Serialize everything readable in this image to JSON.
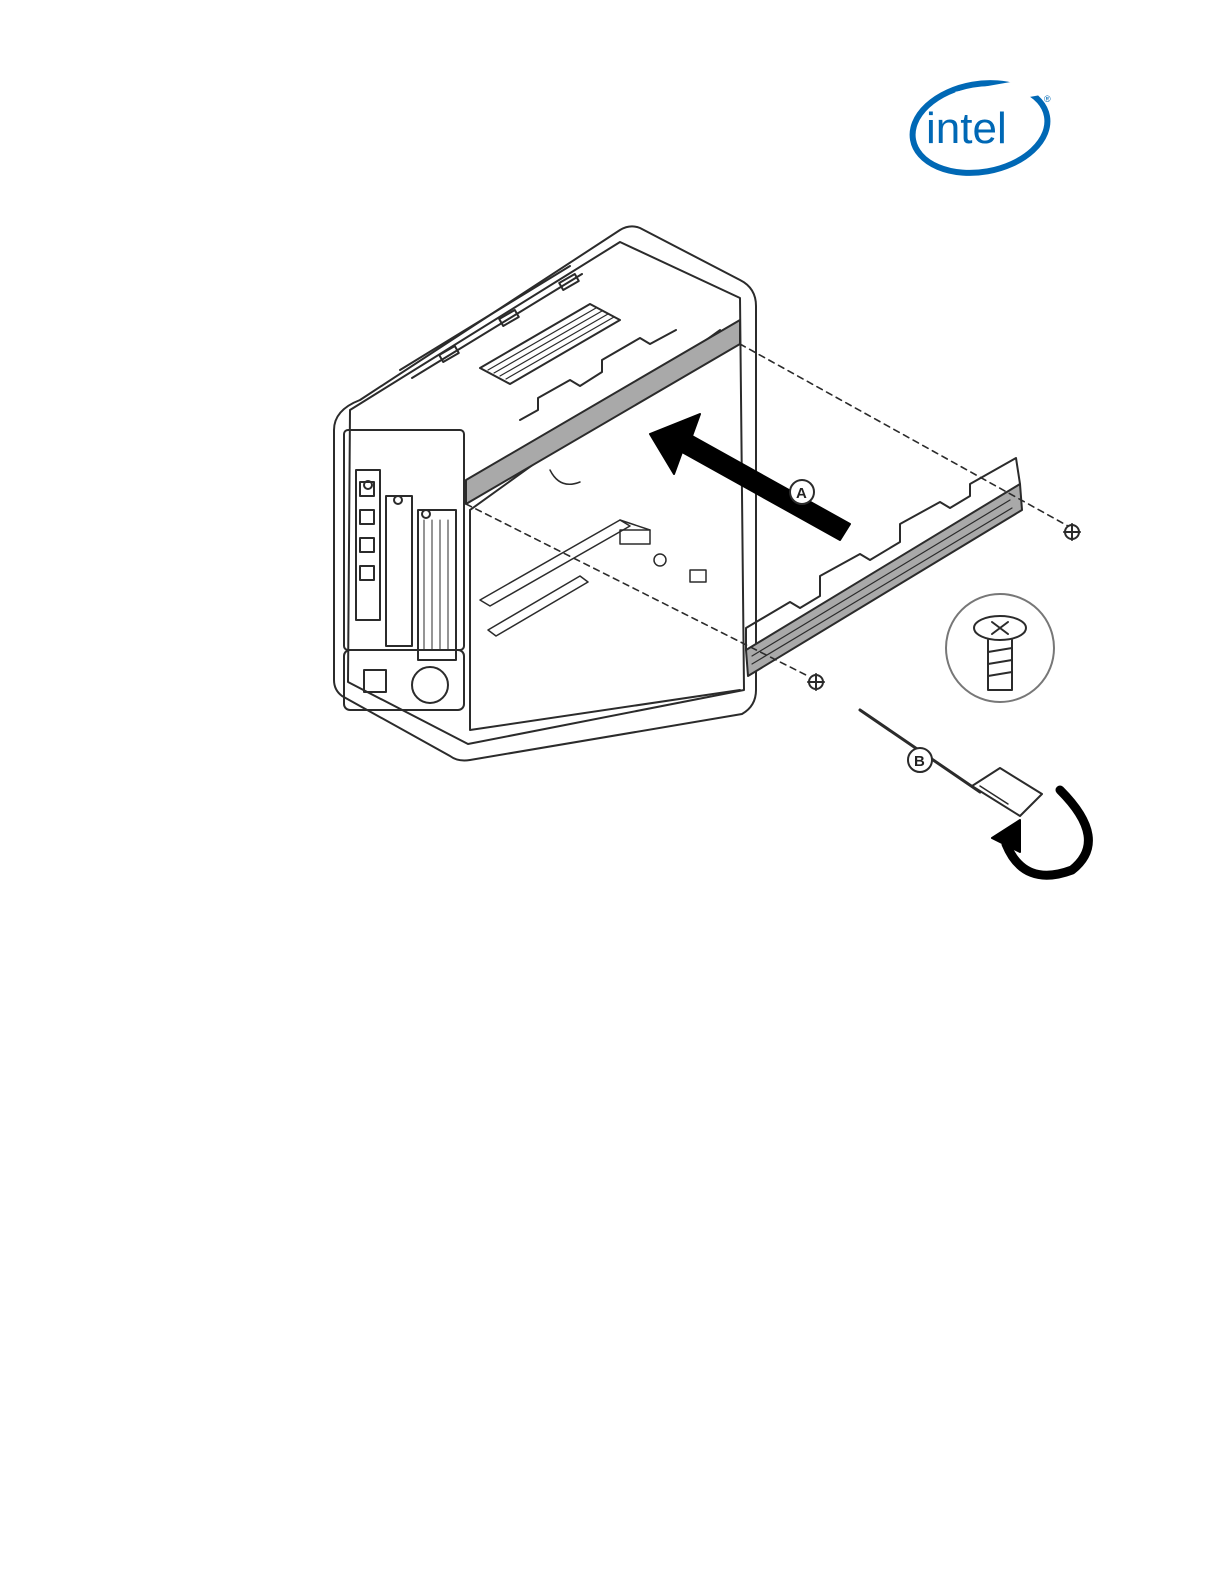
{
  "logo": {
    "text": "intel",
    "color": "#0068b5"
  },
  "figure": {
    "callouts": [
      {
        "label": "A"
      },
      {
        "label": "B"
      }
    ],
    "colors": {
      "line": "#2b2b2b",
      "bracket_fill": "#a9a9a9",
      "arrow": "#000000"
    }
  }
}
